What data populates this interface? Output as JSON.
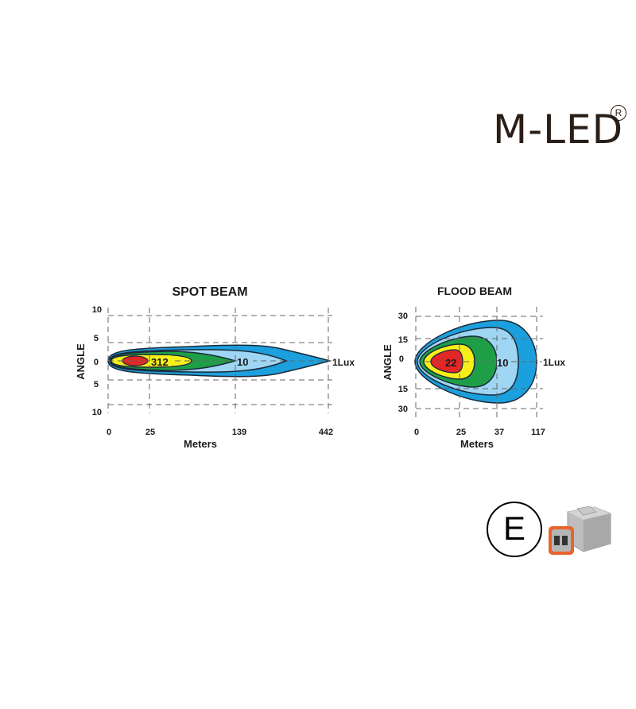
{
  "brand": {
    "name": "M-LED",
    "registered_mark": "R"
  },
  "colors": {
    "red": "#e32626",
    "yellow": "#f6ef1a",
    "green": "#1f9e48",
    "light_blue": "#9fd6f3",
    "blue": "#1ca0dd",
    "grid": "#666666",
    "outline": "#1a2a3a"
  },
  "chart_data": [
    {
      "type": "contour",
      "title": "SPOT BEAM",
      "xlabel": "Meters",
      "ylabel": "ANGLE",
      "x_ticks": [
        "0",
        "25",
        "139",
        "442"
      ],
      "y_ticks": [
        "10",
        "5",
        "0",
        "5",
        "10"
      ],
      "isolux_labels": [
        {
          "value": "312",
          "at_x": "25"
        },
        {
          "value": "10",
          "at_x": "139"
        },
        {
          "value": "1Lux",
          "at_x": "442"
        }
      ],
      "zones": [
        "red",
        "yellow",
        "green",
        "light_blue",
        "blue"
      ],
      "grid": "dashed"
    },
    {
      "type": "contour",
      "title": "FLOOD BEAM",
      "xlabel": "Meters",
      "ylabel": "ANGLE",
      "x_ticks": [
        "0",
        "25",
        "37",
        "117"
      ],
      "y_ticks": [
        "30",
        "15",
        "0",
        "15",
        "30"
      ],
      "isolux_labels": [
        {
          "value": "22",
          "at_x": "25"
        },
        {
          "value": "10",
          "at_x": "37"
        },
        {
          "value": "1Lux",
          "at_x": "117"
        }
      ],
      "zones": [
        "red",
        "yellow",
        "green",
        "light_blue",
        "blue"
      ],
      "grid": "dashed"
    }
  ],
  "badges": {
    "e_mark": "E"
  }
}
